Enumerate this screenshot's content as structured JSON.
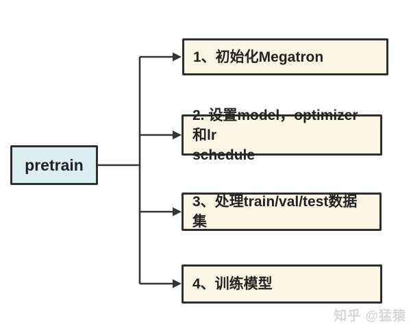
{
  "diagram": {
    "root": {
      "label": "pretrain"
    },
    "steps": [
      {
        "label": "1、初始化Megatron"
      },
      {
        "label": "2. 设置model，optimizer和lr\nschedule"
      },
      {
        "label": "3、处理train/val/test数据集"
      },
      {
        "label": "4、训练模型"
      }
    ],
    "colors": {
      "root_fill": "#dbeef2",
      "step_fill": "#faf6e3",
      "box_border": "#2e2e2e",
      "connector": "#333333",
      "text": "#222222",
      "watermark": "#d7d7d7",
      "background": "#ffffff"
    },
    "watermark": "知乎 @猛猿"
  }
}
